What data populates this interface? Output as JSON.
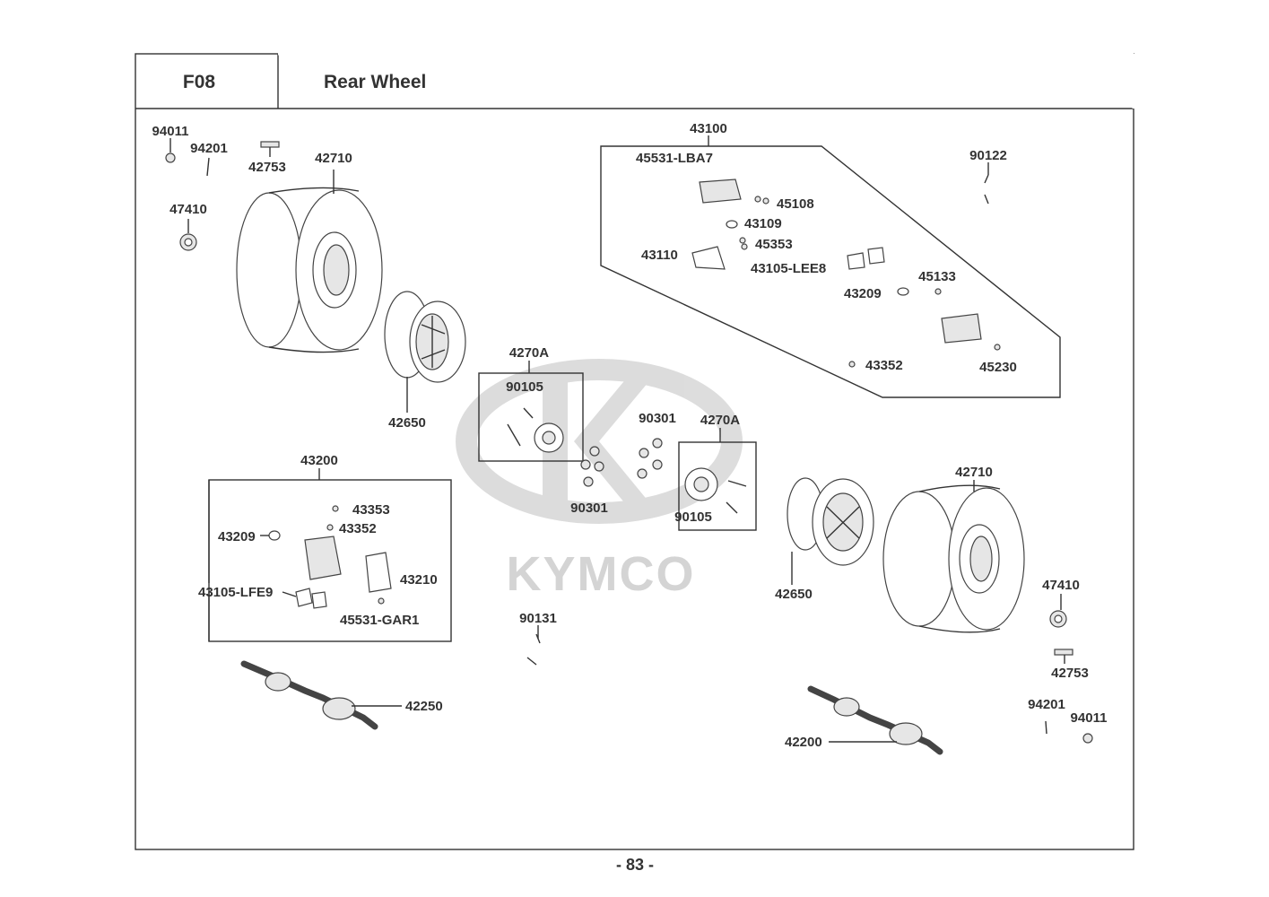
{
  "header": {
    "code": "F08",
    "title": "Rear Wheel"
  },
  "watermark": {
    "brand": "KYMCO"
  },
  "footer": {
    "page": "- 83 -"
  },
  "parts": {
    "p94011_l": "94011",
    "p94201_l": "94201",
    "p42753_l": "42753",
    "p42710_l": "42710",
    "p47410_l": "47410",
    "p42650_l": "42650",
    "p43100": "43100",
    "p45531lba7": "45531-LBA7",
    "p45108": "45108",
    "p43109": "43109",
    "p45353": "45353",
    "p43110": "43110",
    "p43105lee8": "43105-LEE8",
    "p43209_a": "43209",
    "p45133": "45133",
    "p43352_a": "43352",
    "p45230": "45230",
    "p90122": "90122",
    "p4270a_l": "4270A",
    "p90105_l": "90105",
    "p90301_a": "90301",
    "p90301_b": "90301",
    "p4270a_r": "4270A",
    "p90105_r": "90105",
    "p43200": "43200",
    "p43353": "43353",
    "p43352_b": "43352",
    "p43209_b": "43209",
    "p43210": "43210",
    "p43105lfe9": "43105-LFE9",
    "p45531gar1": "45531-GAR1",
    "p90131": "90131",
    "p42250": "42250",
    "p42710_r": "42710",
    "p42650_r": "42650",
    "p47410_r": "47410",
    "p42753_r": "42753",
    "p94201_r": "94201",
    "p94011_r": "94011",
    "p42200": "42200"
  }
}
